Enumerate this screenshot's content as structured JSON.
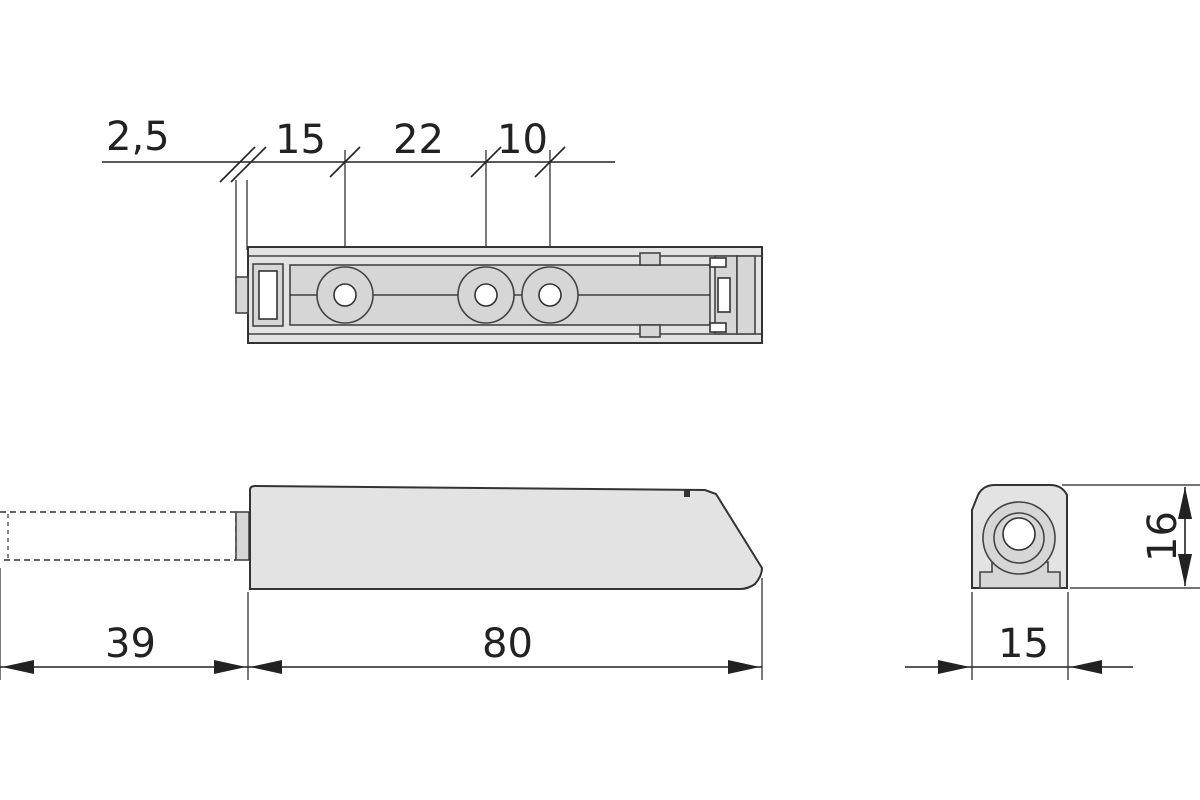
{
  "top_view": {
    "dimensions": [
      "2,5",
      "15",
      "22",
      "10"
    ]
  },
  "side_view": {
    "dimensions": [
      "39",
      "80"
    ]
  },
  "end_view": {
    "width": "15",
    "height": "16"
  }
}
